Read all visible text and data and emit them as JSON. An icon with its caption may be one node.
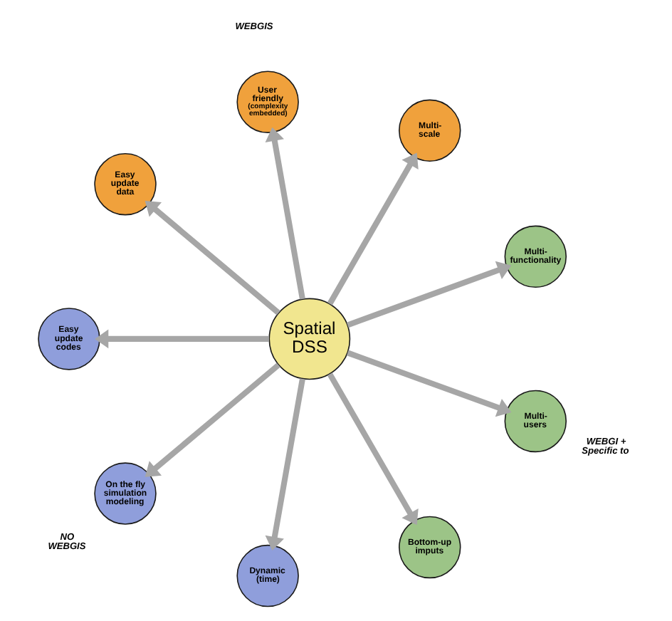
{
  "diagram": {
    "nodes": [
      {
        "text": [
          "User friendly",
          "(complexity embedded)"
        ]
      },
      {
        "text": [
          "Easy update data"
        ]
      },
      {
        "text": [
          "Multi-scale"
        ]
      },
      {
        "text": [
          "Easy update codes"
        ]
      },
      {
        "text": [
          "Spatial DSS"
        ]
      },
      {
        "text": [
          "Multi-functionality"
        ]
      },
      {
        "text": [
          "On the fly simulation modeling"
        ]
      },
      {
        "text": [
          "Multi-users"
        ]
      },
      {
        "text": [
          "Dynamic (time)"
        ]
      },
      {
        "text": [
          "Bottom-up imputs"
        ]
      }
    ],
    "edges": [
      {
        "from": 4,
        "to": 0,
        "arrow": "to"
      },
      {
        "from": 4,
        "to": 2,
        "arrow": "to"
      },
      {
        "from": 4,
        "to": 5,
        "arrow": "to"
      },
      {
        "from": 4,
        "to": 7,
        "arrow": "to"
      },
      {
        "from": 4,
        "to": 9,
        "arrow": "to"
      },
      {
        "from": 4,
        "to": 8,
        "arrow": "to"
      },
      {
        "from": 4,
        "to": 6,
        "arrow": "to"
      },
      {
        "from": 4,
        "to": 3,
        "arrow": "to"
      },
      {
        "from": 4,
        "to": 1,
        "arrow": "to"
      }
    ],
    "labels": [
      "WEBGIS",
      "NO WEBGIS",
      "WEBGI + Specific to"
    ]
  }
}
